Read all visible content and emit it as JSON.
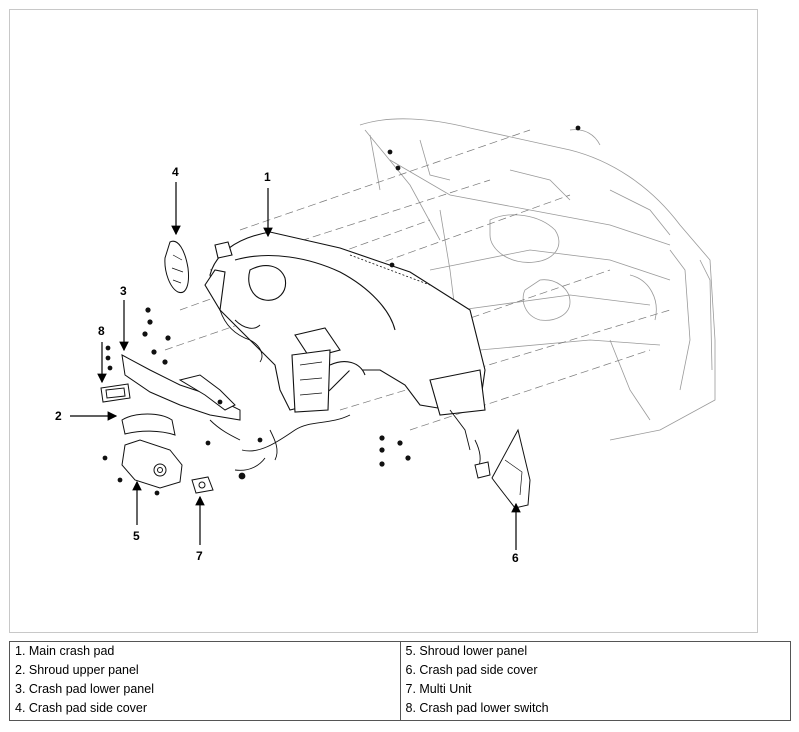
{
  "callouts": {
    "c1": "1",
    "c2": "2",
    "c3": "3",
    "c4": "4",
    "c5": "5",
    "c6": "6",
    "c7": "7",
    "c8": "8"
  },
  "legend": {
    "left": [
      "1. Main crash pad",
      "2. Shroud upper panel",
      "3. Crash pad lower panel",
      "4. Crash pad side cover"
    ],
    "right": [
      "5. Shroud lower panel",
      "6. Crash pad side cover",
      "7. Multi Unit",
      "8. Crash pad lower switch"
    ]
  }
}
